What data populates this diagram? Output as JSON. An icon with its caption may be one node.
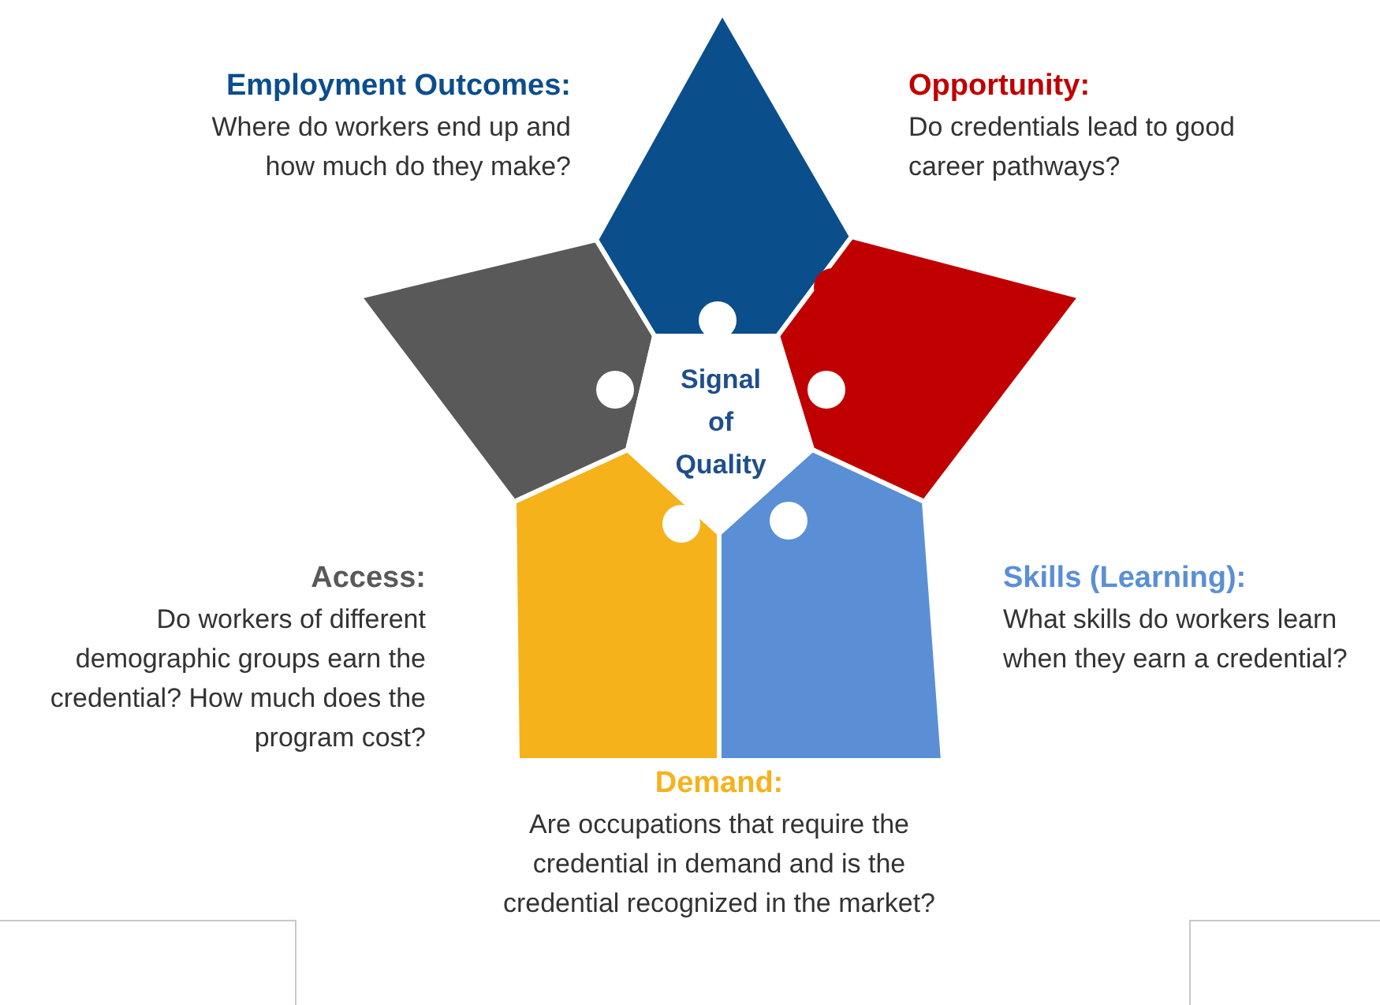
{
  "diagram": {
    "nodes": [
      {
        "text": [
          "Signal of Quality"
        ]
      },
      {
        "text": [],
        "shape": "piece",
        "beside": [
          "Employment Outcomes:",
          "Where do workers end up and how much do they make?"
        ]
      },
      {
        "text": [],
        "shape": "piece",
        "beside": [
          "Opportunity:",
          "Do credentials lead to good career pathways?"
        ]
      },
      {
        "text": [],
        "shape": "piece",
        "beside": [
          "Skills (Learning):",
          "What skills do workers learn when they earn a credential?"
        ]
      },
      {
        "text": [],
        "shape": "piece",
        "beside": [
          "Demand:",
          "Are occupations that require the credential in demand and is the credential recognized in the market?"
        ]
      },
      {
        "text": [],
        "shape": "piece",
        "beside": [
          "Access:",
          "Do workers of different demographic groups earn the credential? How much does the program cost?"
        ]
      }
    ]
  }
}
